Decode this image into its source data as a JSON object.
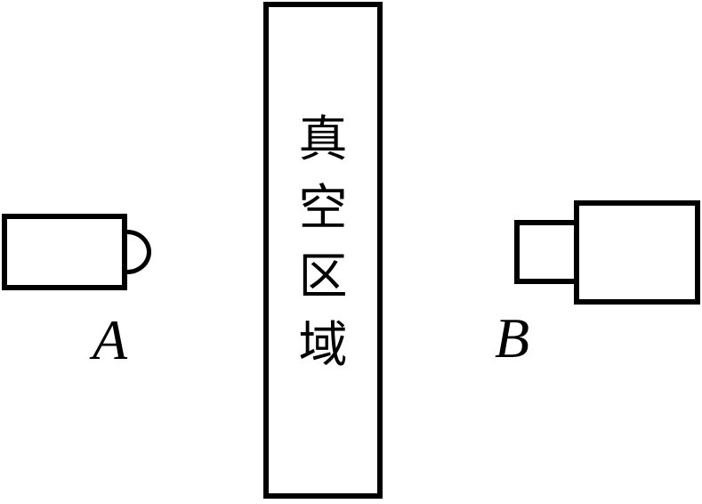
{
  "diagram": {
    "background_color": "#ffffff",
    "line_color": "#000000",
    "vacuum_region": {
      "label": "真空区域"
    },
    "device_a": {
      "label": "A"
    },
    "device_b": {
      "label": "B"
    }
  }
}
